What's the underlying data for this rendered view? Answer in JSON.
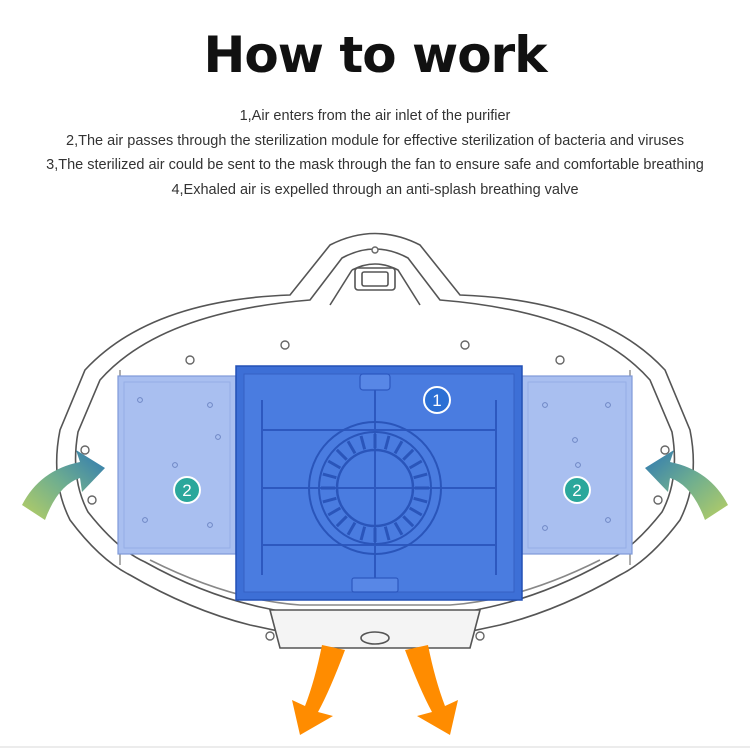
{
  "title": "How to work",
  "steps": [
    "1,Air enters from the air inlet of the purifier",
    "2,The air passes through the sterilization module for effective sterilization of bacteria and viruses",
    "3,The sterilized air could be sent to the mask through the fan to ensure safe and comfortable breathing",
    "4,Exhaled air is expelled through an anti-splash breathing valve"
  ],
  "markers": {
    "fan_module": "1",
    "left_sterilization_module": "2",
    "right_sterilization_module": "2"
  },
  "colors": {
    "fan_module_blue": "#3d6fd6",
    "sterilization_module_blue": "#a9bff0",
    "marker_fan": "#2b6fd4",
    "marker_sterilization": "#2aa79b",
    "intake_arrow": "#2e78b3",
    "intake_arrow_tail": "#b8cf63",
    "exhaust_arrow": "#ff8c00"
  }
}
